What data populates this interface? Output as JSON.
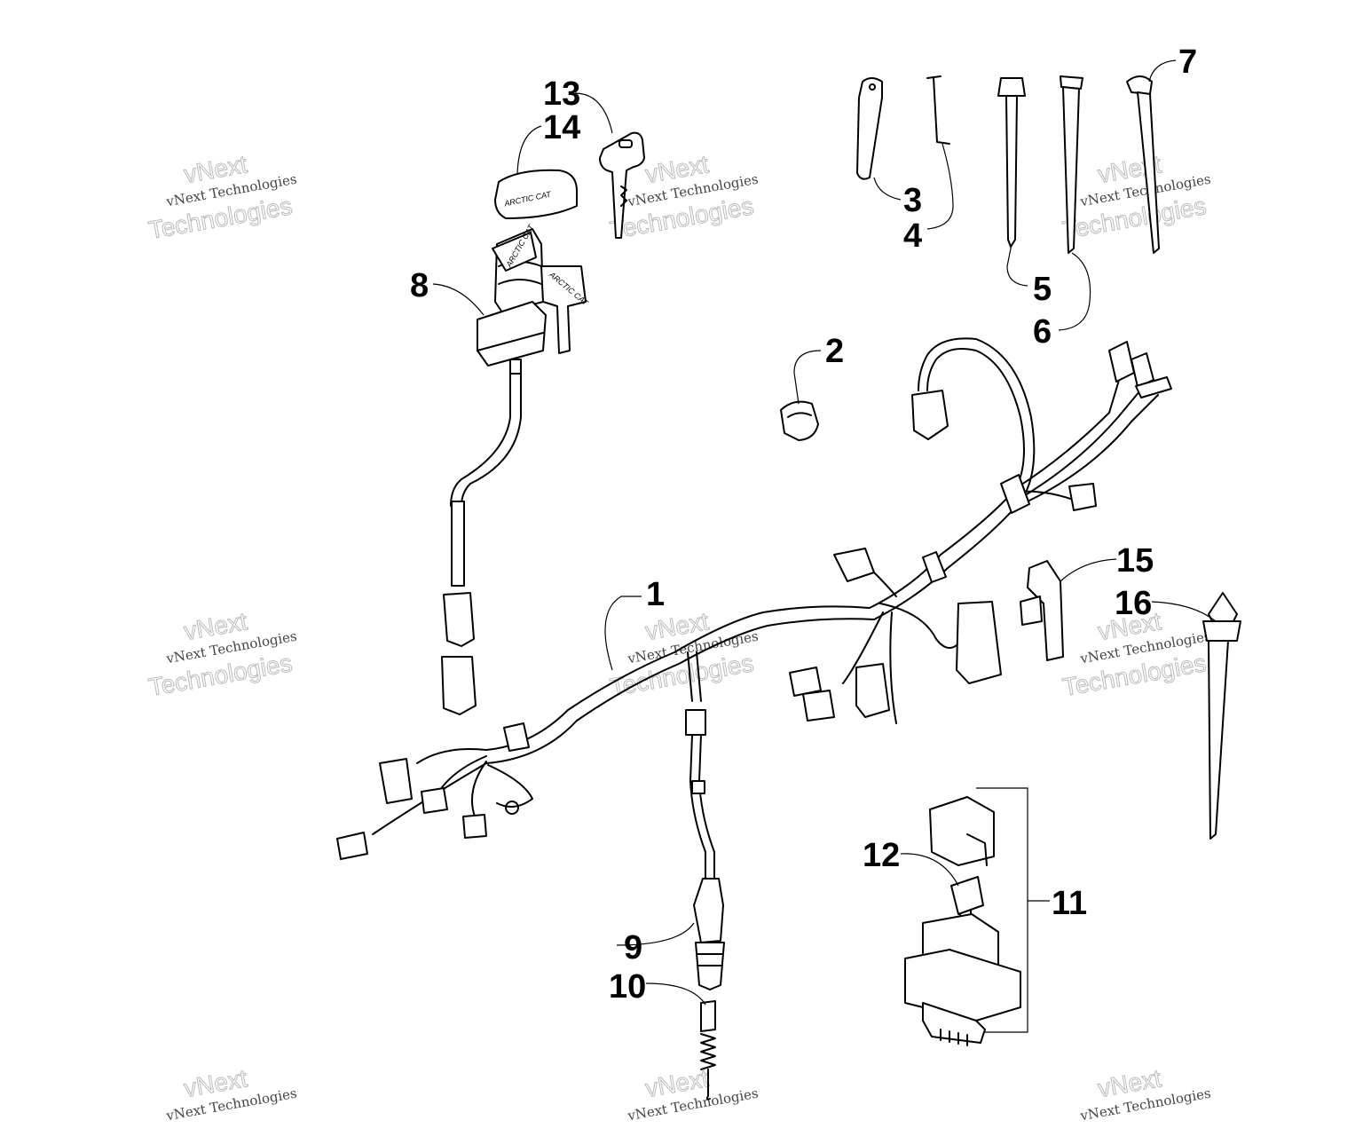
{
  "watermark": {
    "line1": "vNext",
    "line2": "vNext Technologies",
    "line3": "Technologies"
  },
  "brand": {
    "key_cap": "ARCTIC CAT",
    "switch": "ARCTIC CAT",
    "key": "ARCTIC CAT"
  },
  "callouts": [
    {
      "id": "1",
      "label": "1"
    },
    {
      "id": "2",
      "label": "2"
    },
    {
      "id": "3",
      "label": "3"
    },
    {
      "id": "4",
      "label": "4"
    },
    {
      "id": "5",
      "label": "5"
    },
    {
      "id": "6",
      "label": "6"
    },
    {
      "id": "7",
      "label": "7"
    },
    {
      "id": "8",
      "label": "8"
    },
    {
      "id": "9",
      "label": "9"
    },
    {
      "id": "10",
      "label": "10"
    },
    {
      "id": "11",
      "label": "11"
    },
    {
      "id": "12",
      "label": "12"
    },
    {
      "id": "13",
      "label": "13"
    },
    {
      "id": "14",
      "label": "14"
    },
    {
      "id": "15",
      "label": "15"
    },
    {
      "id": "16",
      "label": "16"
    }
  ]
}
